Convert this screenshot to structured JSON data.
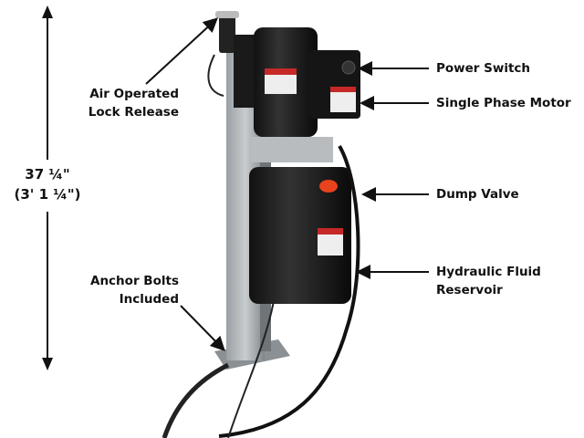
{
  "dimension": {
    "line1": "37 ¼\"",
    "line2": "(3' 1 ¼\")"
  },
  "callouts": {
    "air_lock": {
      "line1": "Air Operated",
      "line2": "Lock Release"
    },
    "power_switch": "Power Switch",
    "motor": "Single Phase Motor",
    "dump_valve": "Dump Valve",
    "reservoir": {
      "line1": "Hydraulic Fluid",
      "line2": "Reservoir"
    },
    "anchor_bolts": {
      "line1": "Anchor Bolts",
      "line2": "Included"
    }
  }
}
